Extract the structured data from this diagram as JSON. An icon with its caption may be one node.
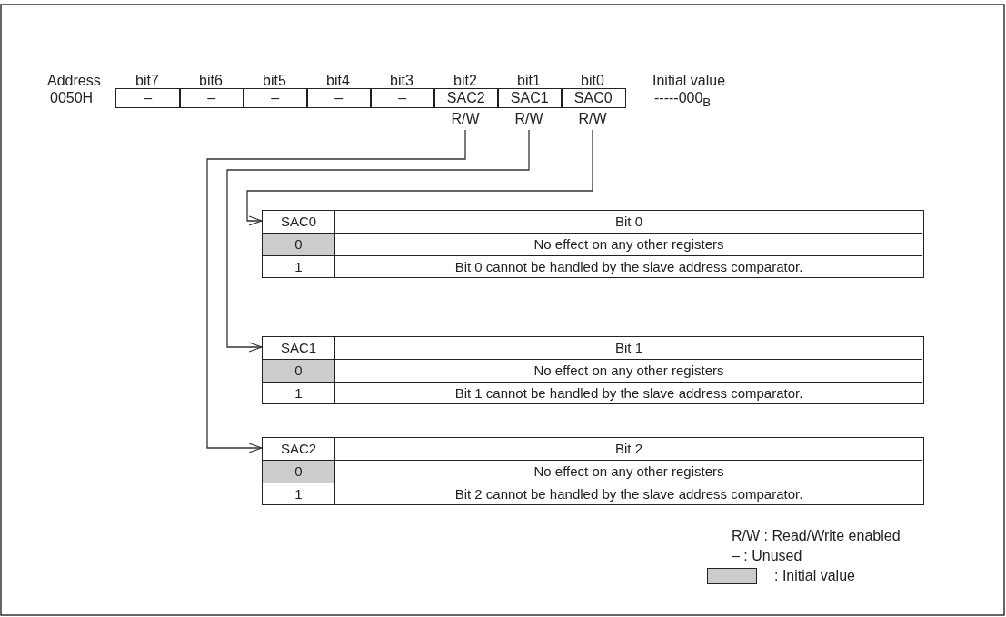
{
  "diagram": {
    "nodes": [
      {
        "text": [
          "–"
        ]
      },
      {
        "text": [
          "–"
        ]
      },
      {
        "text": [
          "–"
        ]
      },
      {
        "text": [
          "–"
        ]
      },
      {
        "text": [
          "–"
        ]
      },
      {
        "text": [
          "SAC2"
        ],
        "beside": [
          "R/W"
        ]
      },
      {
        "text": [
          "SAC1"
        ],
        "beside": [
          "R/W"
        ]
      },
      {
        "text": [
          "SAC0"
        ],
        "beside": [
          "R/W"
        ]
      },
      {
        "text": [
          "SAC0",
          "Bit 0",
          "0",
          "No effect on any other registers",
          "1",
          "Bit 0 cannot be handled by the slave address comparator."
        ]
      },
      {
        "text": [
          "SAC1",
          "Bit 1",
          "0",
          "No effect on any other registers",
          "1",
          "Bit 1 cannot be handled by the slave address comparator."
        ]
      },
      {
        "text": [
          "SAC2",
          "Bit 2",
          "0",
          "No effect on any other registers",
          "1",
          "Bit 2 cannot be handled by the slave address comparator."
        ]
      }
    ],
    "edges": [
      {
        "from": 7,
        "to": 8,
        "arrow": "to"
      },
      {
        "from": 6,
        "to": 9,
        "arrow": "to"
      },
      {
        "from": 5,
        "to": 10,
        "arrow": "to"
      }
    ],
    "labels": [
      "Address",
      "bit7",
      "bit6",
      "bit5",
      "bit4",
      "bit3",
      "bit2",
      "bit1",
      "bit0",
      "Initial value",
      "0050H",
      "-----000$_{B}$"
    ],
    "legend": [
      {
        "text": "R/W : Read/Write enabled"
      },
      {
        "text": "– : Unused"
      },
      {
        "text": ": Initial value",
        "color": "#cccccc"
      }
    ]
  }
}
